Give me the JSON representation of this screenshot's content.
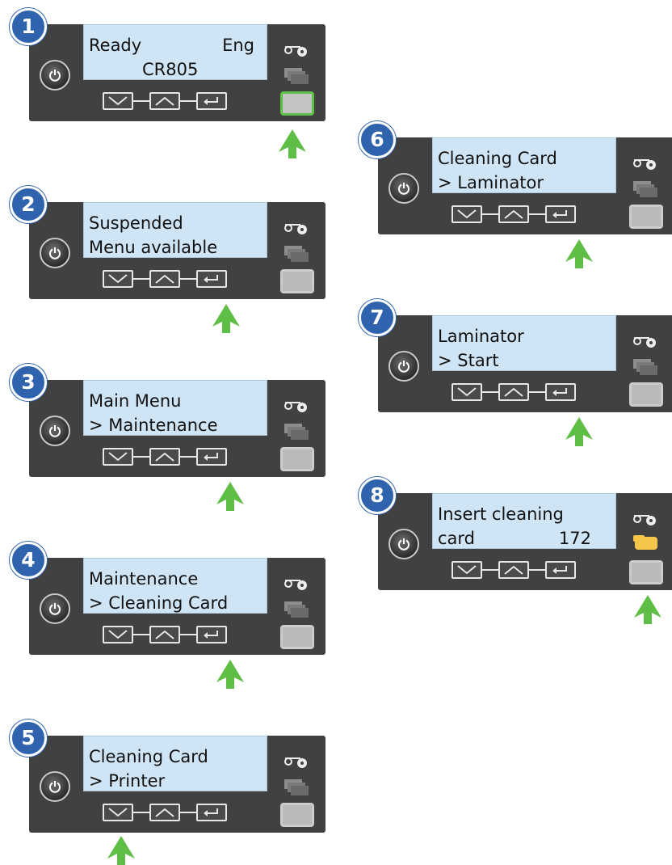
{
  "panels": [
    {
      "step": "1",
      "line1": "Ready",
      "line1_right": "Eng",
      "line2": "CR805",
      "highlight_main_button": true,
      "arrow": "main"
    },
    {
      "step": "2",
      "line1": "Suspended",
      "line1_right": "",
      "line2": "Menu available",
      "highlight_main_button": false,
      "arrow": "enter"
    },
    {
      "step": "3",
      "line1": "Main Menu",
      "line1_right": "",
      "line2": "> Maintenance",
      "highlight_main_button": false,
      "arrow": "enter"
    },
    {
      "step": "4",
      "line1": "Maintenance",
      "line1_right": "",
      "line2": "> Cleaning Card",
      "highlight_main_button": false,
      "arrow": "enter"
    },
    {
      "step": "5",
      "line1": "Cleaning Card",
      "line1_right": "",
      "line2": "> Printer",
      "highlight_main_button": false,
      "arrow": "down"
    },
    {
      "step": "6",
      "line1": "Cleaning Card",
      "line1_right": "",
      "line2": "> Laminator",
      "highlight_main_button": false,
      "arrow": "enter"
    },
    {
      "step": "7",
      "line1": "Laminator",
      "line1_right": "",
      "line2": "> Start",
      "highlight_main_button": false,
      "arrow": "enter"
    },
    {
      "step": "8",
      "line1": "Insert cleaning",
      "line1_right": "",
      "line2": "card",
      "line2_right": "172",
      "highlight_main_button": false,
      "card_indicator": "yellow",
      "arrow": "main"
    }
  ],
  "colors": {
    "badge": "#2f63ad",
    "arrow": "#5fbe45",
    "panel": "#414141",
    "lcd": "#cfe5f6",
    "card_indicator": "#f6c64a"
  },
  "icons": [
    "power-icon",
    "ribbon-icon",
    "cards-icon",
    "down-arrow-icon",
    "up-arrow-icon",
    "enter-icon"
  ]
}
